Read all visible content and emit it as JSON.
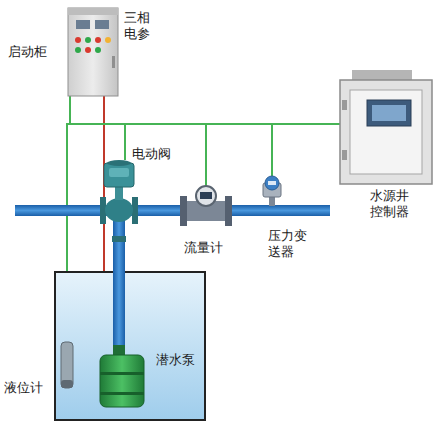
{
  "diagram": {
    "nodes": [
      {
        "text": [
          "启动柜",
          "三相 电参"
        ]
      },
      {
        "text": [
          "电动阀"
        ]
      },
      {
        "text": [
          "流量计"
        ]
      },
      {
        "text": [
          "压力变 送器"
        ]
      },
      {
        "text": [
          "水源井 控制器"
        ]
      },
      {
        "text": [
          "液位计"
        ]
      },
      {
        "text": [
          "潜水泵"
        ]
      }
    ],
    "edges": [
      {
        "from": 0,
        "to": 6,
        "arrow": "none"
      },
      {
        "from": 0,
        "to": 4,
        "arrow": "none"
      },
      {
        "from": 1,
        "to": 4,
        "arrow": "none"
      },
      {
        "from": 2,
        "to": 4,
        "arrow": "none"
      },
      {
        "from": 3,
        "to": 4,
        "arrow": "none"
      },
      {
        "from": 5,
        "to": 4,
        "arrow": "none"
      }
    ]
  }
}
